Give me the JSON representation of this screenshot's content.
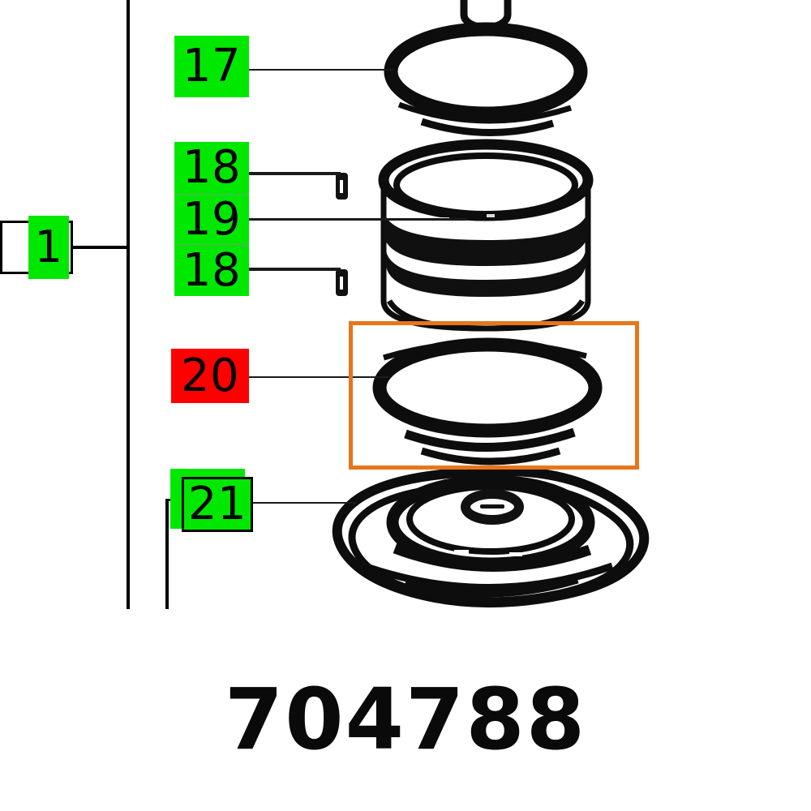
{
  "document": {
    "type": "exploded-parts-diagram",
    "part_number": "704788",
    "background_color": "#ffffff"
  },
  "colors": {
    "callout_green": "#00e800",
    "callout_red": "#fe0000",
    "highlight_orange": "#e8751a",
    "line_black": "#000000",
    "text_black": "#000000"
  },
  "assembly_callout": {
    "label": "1",
    "style": "outlined-white-box-with-green-overlay"
  },
  "callouts": [
    {
      "label": "17",
      "style": "green",
      "highlighted": false
    },
    {
      "label": "18",
      "style": "green",
      "highlighted": false
    },
    {
      "label": "19",
      "style": "green",
      "highlighted": false
    },
    {
      "label": "18",
      "style": "green",
      "highlighted": false
    },
    {
      "label": "20",
      "style": "red",
      "highlighted": true
    },
    {
      "label": "21",
      "style": "green-outlined",
      "highlighted": false
    }
  ],
  "highlight": {
    "target_callout": "20",
    "color": "#e8751a",
    "shape": "rectangle"
  },
  "parts": [
    {
      "item": "17",
      "shape": "ring-seal-ellipse"
    },
    {
      "item": "18",
      "shape": "small-pin-clip"
    },
    {
      "item": "19",
      "shape": "cylindrical-drum"
    },
    {
      "item": "20",
      "shape": "o-ring-gasket"
    },
    {
      "item": "21",
      "shape": "base-plate-with-hub"
    }
  ]
}
